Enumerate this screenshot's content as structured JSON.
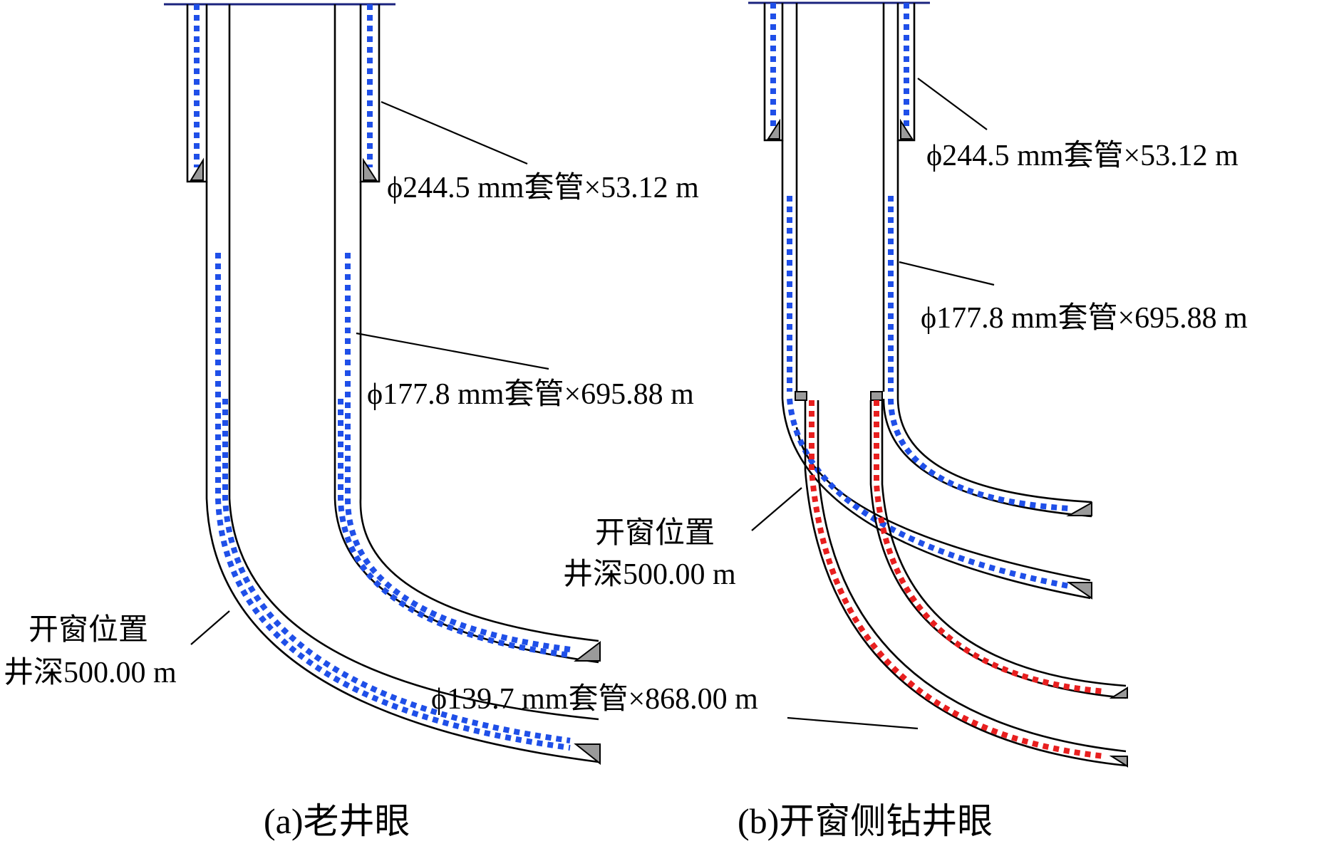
{
  "panel_a": {
    "caption": "(a)老井眼",
    "label_casing_244": "ϕ244.5 mm套管×53.12 m",
    "label_casing_177": "ϕ177.8 mm套管×695.88 m",
    "label_window_line1": "开窗位置",
    "label_window_line2": "井深500.00 m"
  },
  "panel_b": {
    "caption": "(b)开窗侧钻井眼",
    "label_casing_244": "ϕ244.5 mm套管×53.12 m",
    "label_casing_177": "ϕ177.8 mm套管×695.88 m",
    "label_casing_139": "ϕ139.7 mm套管×868.00 m",
    "label_window_line1": "开窗位置",
    "label_window_line2": "井深500.00 m"
  },
  "colors": {
    "wellhead": "#1a237e",
    "cement_old": "#1f4fe8",
    "cement_new": "#e81f1f",
    "shoe": "#9a9a9a"
  }
}
